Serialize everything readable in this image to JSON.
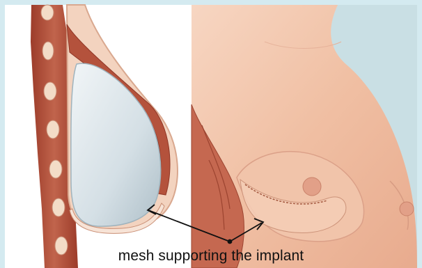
{
  "caption": "mesh supporting the implant",
  "colors": {
    "border": "#d4eaf0",
    "left_bg": "#ffffff",
    "right_bg": "#c9dfe4",
    "skin": "#f3c4a9",
    "skin_shadow": "#e9a98c",
    "muscle": "#b7553f",
    "muscle_dark": "#8f3626",
    "implant": "#dfe7ec",
    "implant_shadow": "#b9c8d0",
    "rib_bone": "#f2dcc6",
    "mesh": "#f6d4c0",
    "pointer": "#111111"
  },
  "icons": {
    "left_panel": "breast-implant-cross-section-illustration",
    "right_panel": "breast-surface-anatomy-illustration",
    "pointer_arrows": "leader-arrow-icons"
  }
}
